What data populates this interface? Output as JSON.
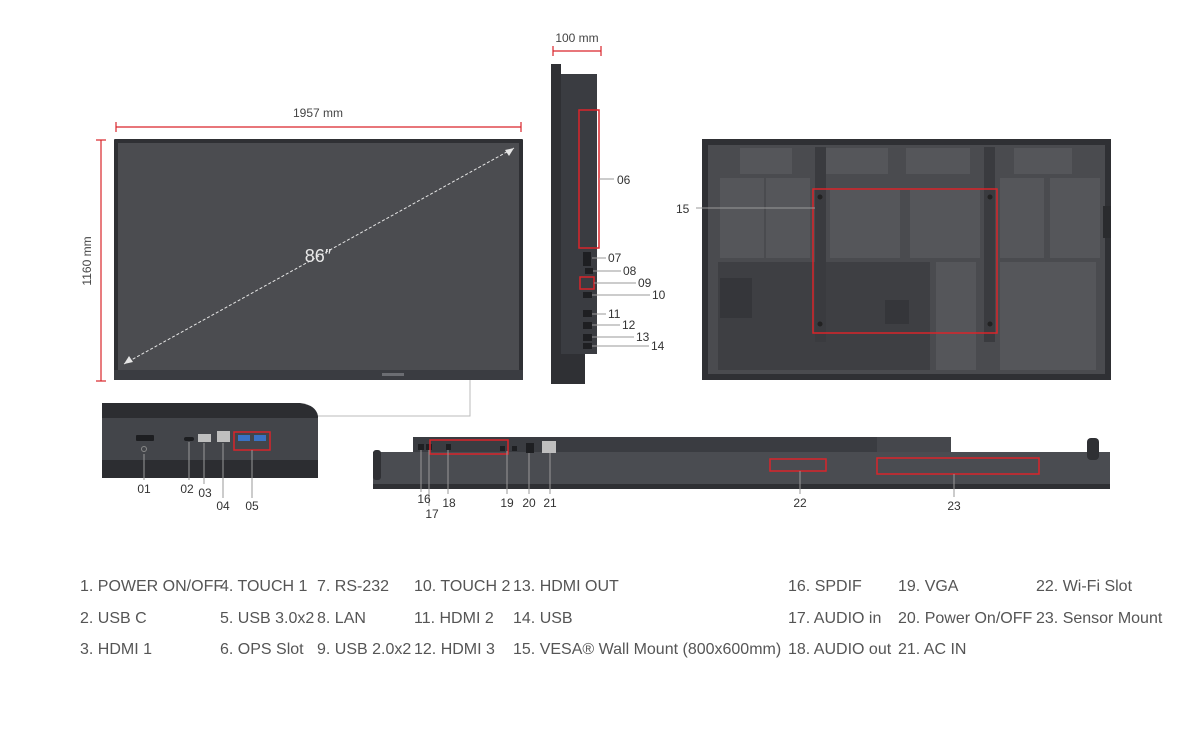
{
  "dimensions": {
    "width": "1957 mm",
    "height": "1160 mm",
    "depth": "100 mm",
    "diagonal": "86″"
  },
  "callouts": {
    "c01": "01",
    "c02": "02",
    "c03": "03",
    "c04": "04",
    "c05": "05",
    "c06": "06",
    "c07": "07",
    "c08": "08",
    "c09": "09",
    "c10": "10",
    "c11": "11",
    "c12": "12",
    "c13": "13",
    "c14": "14",
    "c15": "15",
    "c16": "16",
    "c17": "17",
    "c18": "18",
    "c19": "19",
    "c20": "20",
    "c21": "21",
    "c22": "22",
    "c23": "23"
  },
  "legend": {
    "l1": "1. POWER ON/OFF",
    "l2": "2. USB C",
    "l3": "3. HDMI 1",
    "l4": "4. TOUCH 1",
    "l5": "5. USB 3.0x2",
    "l6": "6. OPS Slot",
    "l7": "7. RS-232",
    "l8": "8. LAN",
    "l9": "9. USB 2.0x2",
    "l10": "10. TOUCH 2",
    "l11": "11. HDMI 2",
    "l12": "12. HDMI 3",
    "l13": "13. HDMI OUT",
    "l14": "14. USB",
    "l15": "15. VESA® Wall Mount (800x600mm)",
    "l16": "16. SPDIF",
    "l17": "17. AUDIO in",
    "l18": "18. AUDIO out",
    "l19": "19. VGA",
    "l20": "20. Power On/OFF",
    "l21": "21. AC IN",
    "l22": "22. Wi-Fi Slot",
    "l23": "23. Sensor Mount"
  },
  "colors": {
    "highlight": "#d9252a",
    "dimension_line": "#d9252a",
    "panel_dark": "#3d3f44",
    "screen": "#4b4c50"
  }
}
